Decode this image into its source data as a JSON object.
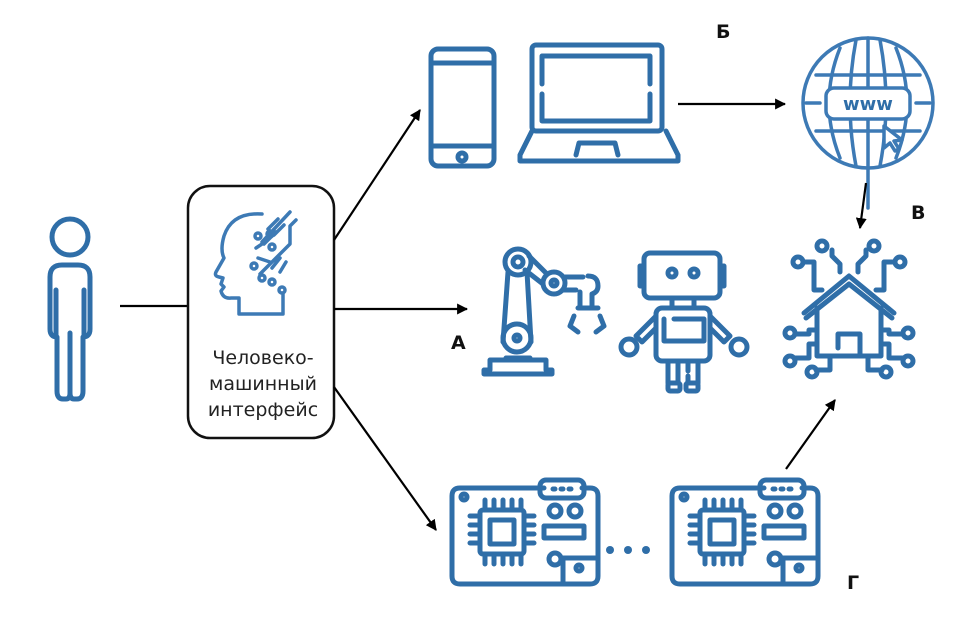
{
  "diagram": {
    "type": "flow",
    "nodes": {
      "user": {
        "label": "",
        "icon": "person-icon"
      },
      "hmi": {
        "lines": [
          "Человеко-",
          "машинный",
          "интерфейс"
        ],
        "icon": "ai-head-icon"
      },
      "devices": {
        "icons": [
          "smartphone-icon",
          "laptop-icon"
        ],
        "marker": "Б"
      },
      "internet": {
        "icon": "www-globe-icon"
      },
      "robotics": {
        "icons": [
          "robot-arm-icon",
          "robot-icon"
        ],
        "marker": "А"
      },
      "smart_home": {
        "icon": "smart-home-icon",
        "marker": "В"
      },
      "microcontrollers": {
        "icons": [
          "circuit-board-icon",
          "circuit-board-icon"
        ],
        "ellipsis": "…",
        "marker": "Г"
      }
    },
    "edges": [
      {
        "from": "user",
        "to": "hmi",
        "arrow": false
      },
      {
        "from": "hmi",
        "to": "devices",
        "arrow": true
      },
      {
        "from": "hmi",
        "to": "robotics",
        "arrow": true
      },
      {
        "from": "hmi",
        "to": "microcontrollers",
        "arrow": true
      },
      {
        "from": "devices",
        "to": "internet",
        "arrow": true
      },
      {
        "from": "internet",
        "to": "smart_home",
        "arrow": true
      },
      {
        "from": "microcontrollers",
        "to": "smart_home",
        "arrow": true
      }
    ],
    "colors": {
      "icon": "#2f6ea8",
      "line": "#000000"
    }
  }
}
